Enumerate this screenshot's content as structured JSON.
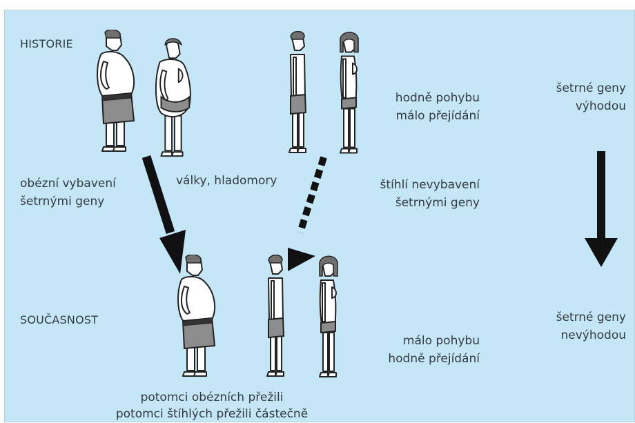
{
  "labels": {
    "historie": "HISTORIE",
    "soucasnost": "SOUČASNOST",
    "obese_left_1": "obézní vybavení",
    "obese_left_2": "šetrnými geny",
    "wars": "války, hladomory",
    "slim_1": "štíhlí nevybavení",
    "slim_2": "šetrnými geny",
    "past_lifestyle_1": "hodně pohybu",
    "past_lifestyle_2": "málo přejídání",
    "past_genes_1": "šetrné geny",
    "past_genes_2": "výhodou",
    "present_lifestyle_1": "málo pohybu",
    "present_lifestyle_2": "hodně přejídání",
    "present_genes_1": "šetrné geny",
    "present_genes_2": "nevýhodou",
    "survivors_1": "potomci obézních přežili",
    "survivors_2": "potomci štíhlých přežili částečně"
  },
  "figures": {
    "past": [
      "obese-man",
      "obese-woman",
      "slim-man",
      "slim-woman"
    ],
    "present": [
      "obese-man",
      "slim-man",
      "slim-woman"
    ]
  },
  "arrows": {
    "solid": "survival of obese descendants",
    "dashed": "partial survival of slim descendants",
    "right": "change in value of thrifty genes"
  },
  "colors": {
    "background": "#c5e6f7",
    "text": "#333a40",
    "arrow": "#111111",
    "skin": "#ffffff",
    "shorts": "#8c8c8c",
    "hair": "#707070"
  }
}
